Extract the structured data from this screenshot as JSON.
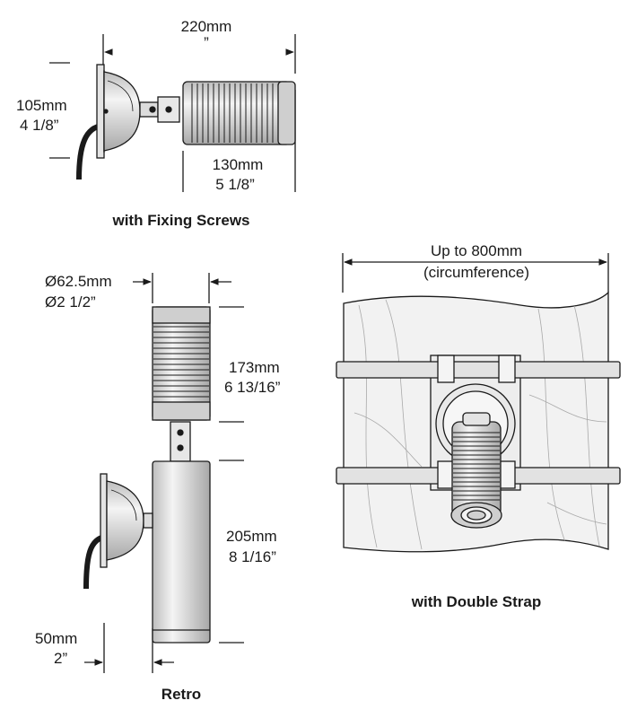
{
  "colors": {
    "line": "#1a1a1a",
    "metal": "#d8d8d8",
    "metal_light": "#ececec",
    "wood": "#f2f2f2",
    "wood_grain": "#a9a9a9"
  },
  "top_view": {
    "width_total": {
      "metric": "220mm",
      "imperial": "”"
    },
    "height": {
      "metric": "105mm",
      "imperial": "4 1/8”"
    },
    "body_length": {
      "metric": "130mm",
      "imperial": "5 1/8”"
    },
    "caption": "with Fixing Screws"
  },
  "retro_view": {
    "diameter": {
      "metric": "Ø62.5mm",
      "imperial": "Ø2 1/2”"
    },
    "head_length": {
      "metric": "173mm",
      "imperial": "6 13/16”"
    },
    "post_length": {
      "metric": "205mm",
      "imperial": "8 1/16”"
    },
    "offset": {
      "metric": "50mm",
      "imperial": "2”"
    },
    "caption": "Retro"
  },
  "strap_view": {
    "circumference": {
      "metric": "Up to 800mm",
      "imperial": "(circumference)"
    },
    "caption": "with Double Strap"
  }
}
